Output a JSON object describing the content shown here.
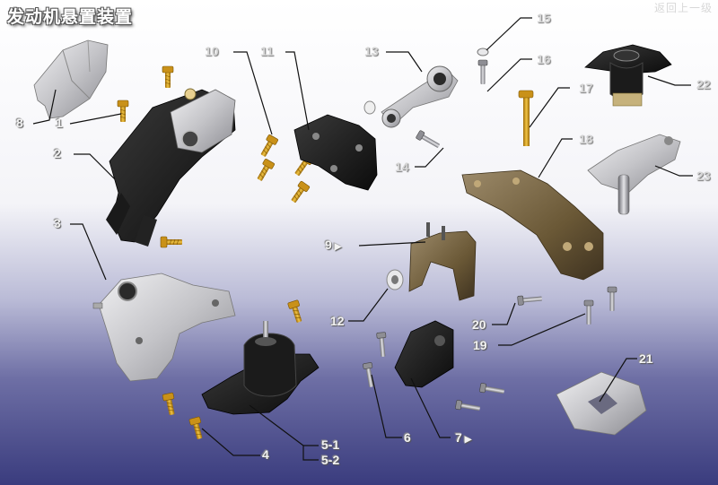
{
  "title": "发动机悬置装置",
  "back_link": "返回上一级",
  "callouts": {
    "c1": "1",
    "c2": "2",
    "c3": "3",
    "c4": "4",
    "c5_1": "5-1",
    "c5_2": "5-2",
    "c6": "6",
    "c7": "7",
    "c8": "8",
    "c9": "9",
    "c10": "10",
    "c11": "11",
    "c12": "12",
    "c13": "13",
    "c14": "14",
    "c15": "15",
    "c16": "16",
    "c17": "17",
    "c18": "18",
    "c19": "19",
    "c20": "20",
    "c21": "21",
    "c22": "22",
    "c23": "23"
  },
  "arrow_glyph": "▶",
  "colors": {
    "background_top": "#ffffff",
    "background_bottom": "#3a3c7e",
    "leader_line": "#111111",
    "bolt_gold": "#d8a21c",
    "bracket_black": "#1e1e1e",
    "bracket_silver": "#c8c8cc",
    "bracket_bronze": "#8a7348"
  }
}
